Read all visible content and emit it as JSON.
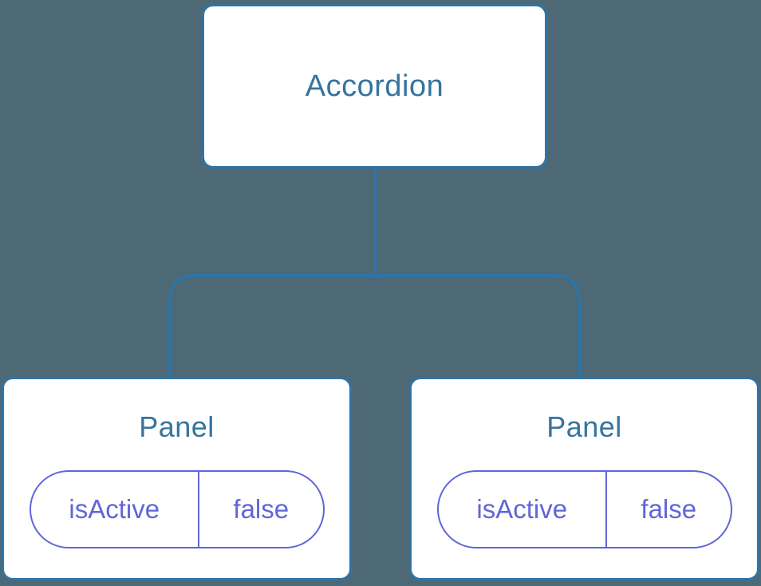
{
  "diagram": {
    "description": "React component tree: Accordion parent with two Panel children holding isActive state",
    "root": {
      "label": "Accordion"
    },
    "children": [
      {
        "label": "Panel",
        "state": {
          "key": "isActive",
          "value": "false"
        }
      },
      {
        "label": "Panel",
        "state": {
          "key": "isActive",
          "value": "false"
        }
      }
    ],
    "colors": {
      "background": "#4D6975",
      "node_fill": "#FFFFFF",
      "node_border": "#2F74A6",
      "node_text": "#35749E",
      "state_accent": "#5F66D8"
    }
  }
}
